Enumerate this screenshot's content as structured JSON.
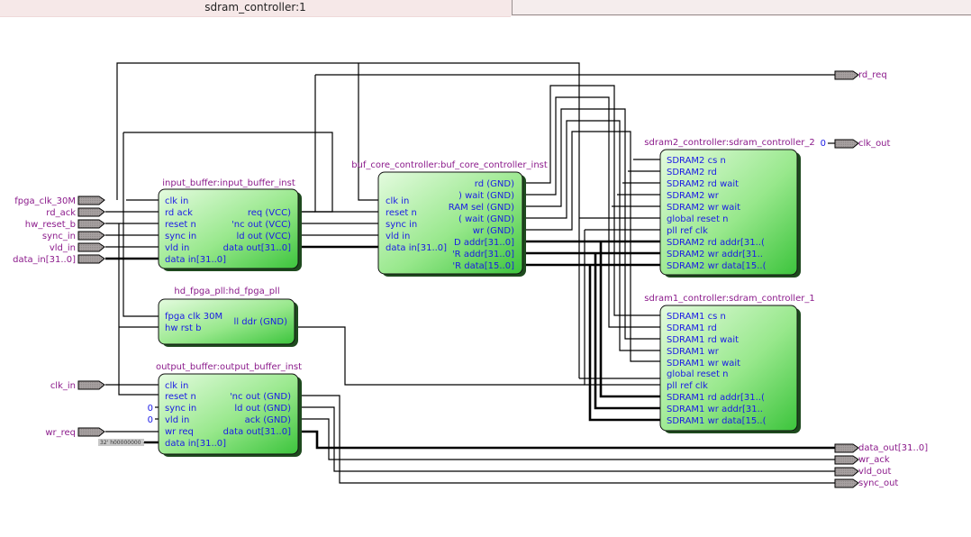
{
  "window": {
    "tab_title": "sdram_controller:1"
  },
  "input_pins": [
    {
      "name": "fpga_clk_30M"
    },
    {
      "name": "rd_ack"
    },
    {
      "name": "hw_reset_b"
    },
    {
      "name": "sync_in"
    },
    {
      "name": "vld_in"
    },
    {
      "name": "data_in[31..0]"
    },
    {
      "name": "clk_in"
    },
    {
      "name": "wr_req"
    }
  ],
  "output_pins": [
    {
      "name": "rd_req"
    },
    {
      "name": "clk_out"
    },
    {
      "name": "data_out[31..0]"
    },
    {
      "name": "wr_ack"
    },
    {
      "name": "vld_out"
    },
    {
      "name": "sync_out"
    }
  ],
  "constants": {
    "zero": "0",
    "hex_const": "32' h00000000 --"
  },
  "blocks": {
    "input_buffer": {
      "title": "input_buffer:input_buffer_inst",
      "inputs": [
        "clk in",
        "rd ack",
        "reset n",
        "sync in",
        "vld in",
        "data in[31..0]"
      ],
      "outputs": [
        "req (VCC)",
        "'nc out (VCC)",
        "ld out (VCC)",
        "data out[31..0]"
      ]
    },
    "pll": {
      "title": "hd_fpga_pll:hd_fpga_pll",
      "inputs": [
        "fpga clk 30M",
        "hw rst b"
      ],
      "outputs": [
        "ll ddr (GND)"
      ]
    },
    "output_buffer": {
      "title": "output_buffer:output_buffer_inst",
      "inputs": [
        "clk in",
        "reset n",
        "sync in",
        "vld in",
        "wr req",
        "data in[31..0]"
      ],
      "outputs": [
        "'nc out (GND)",
        "ld out (GND)",
        "ack (GND)",
        "data out[31..0]"
      ]
    },
    "buf_core": {
      "title": "buf_core_controller:buf_core_controller_inst",
      "inputs": [
        "clk in",
        "reset n",
        "sync in",
        "vld in",
        "data in[31..0]"
      ],
      "outputs": [
        "rd (GND)",
        ") wait (GND)",
        "RAM sel (GND)",
        "( wait (GND)",
        "wr (GND)",
        "D addr[31..0]",
        "'R addr[31..0]",
        "'R data[15..0]"
      ]
    },
    "sdram2": {
      "title": "sdram2_controller:sdram_controller_2",
      "inputs": [
        "SDRAM2 cs n",
        "SDRAM2 rd",
        "SDRAM2 rd wait",
        "SDRAM2 wr",
        "SDRAM2 wr wait",
        "global reset n",
        "pll ref clk",
        "SDRAM2 rd addr[31..(",
        "SDRAM2 wr addr[31..",
        "SDRAM2 wr data[15..("
      ]
    },
    "sdram1": {
      "title": "sdram1_controller:sdram_controller_1",
      "inputs": [
        "SDRAM1 cs n",
        "SDRAM1 rd",
        "SDRAM1 rd wait",
        "SDRAM1 wr",
        "SDRAM1 wr wait",
        "global reset n",
        "pll ref clk",
        "SDRAM1 rd addr[31..(",
        "SDRAM1 wr addr[31..",
        "SDRAM1 wr data[15..("
      ]
    }
  },
  "colors": {
    "block_light": "#d6f8d0",
    "block_dark": "#3fc43f",
    "pin_fill": "#a09a9a",
    "instance_label": "#8b1a8b",
    "port_label": "#1a1ae6"
  }
}
